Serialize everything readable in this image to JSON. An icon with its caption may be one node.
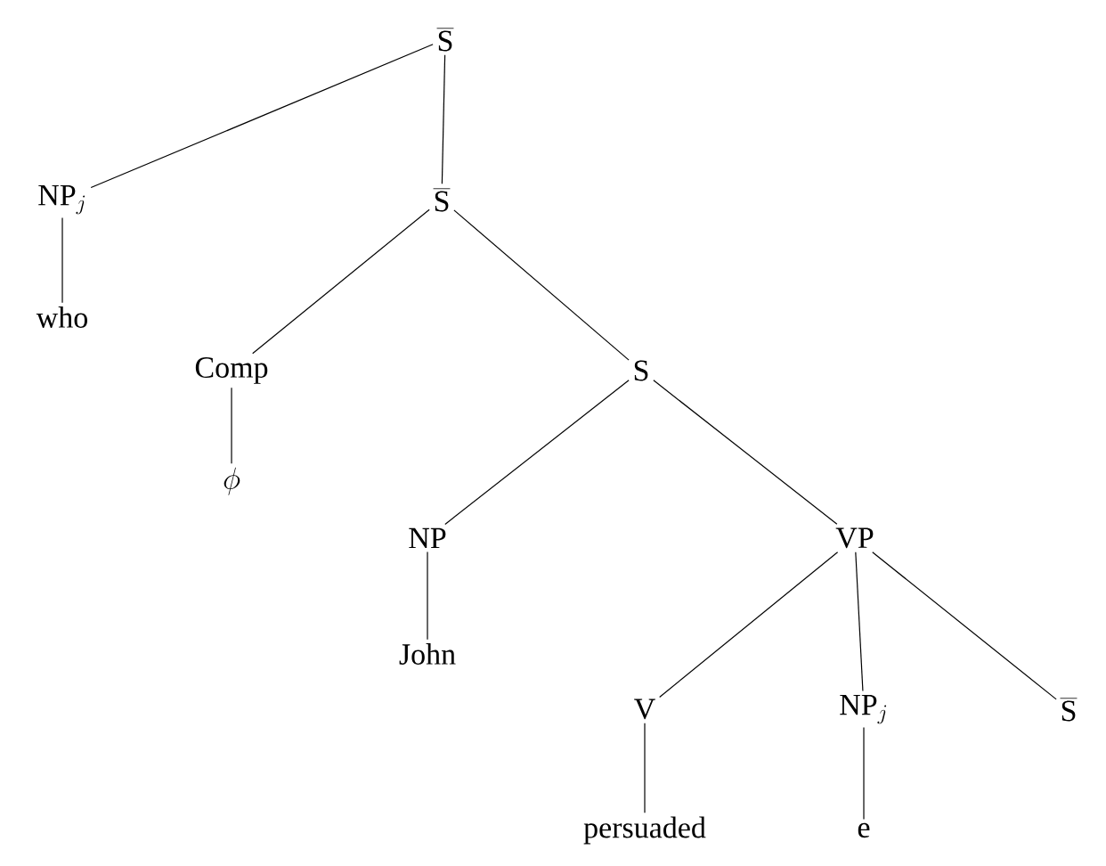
{
  "diagram": {
    "nodes": [
      {
        "text": [
          "\\overline{\\mathrm{S}}"
        ]
      },
      {
        "text": [
          "\\mathrm{NP}_j"
        ]
      },
      {
        "text": [
          "who"
        ]
      },
      {
        "text": [
          "\\overline{\\mathrm{S}}"
        ]
      },
      {
        "text": [
          "Comp"
        ]
      },
      {
        "text": [
          "\\phi"
        ]
      },
      {
        "text": [
          "S"
        ]
      },
      {
        "text": [
          "NP"
        ]
      },
      {
        "text": [
          "John"
        ]
      },
      {
        "text": [
          "VP"
        ]
      },
      {
        "text": [
          "V"
        ]
      },
      {
        "text": [
          "persuaded"
        ]
      },
      {
        "text": [
          "\\mathrm{NP}_j"
        ]
      },
      {
        "text": [
          "e"
        ]
      },
      {
        "text": [
          "\\overline{\\mathrm{S}}"
        ]
      }
    ],
    "edges": [
      {
        "from": 0,
        "to": 1,
        "arrow": "none"
      },
      {
        "from": 0,
        "to": 3,
        "arrow": "none"
      },
      {
        "from": 1,
        "to": 2,
        "arrow": "none"
      },
      {
        "from": 3,
        "to": 4,
        "arrow": "none"
      },
      {
        "from": 3,
        "to": 6,
        "arrow": "none"
      },
      {
        "from": 4,
        "to": 5,
        "arrow": "none"
      },
      {
        "from": 6,
        "to": 7,
        "arrow": "none"
      },
      {
        "from": 6,
        "to": 9,
        "arrow": "none"
      },
      {
        "from": 7,
        "to": 8,
        "arrow": "none"
      },
      {
        "from": 9,
        "to": 10,
        "arrow": "none"
      },
      {
        "from": 9,
        "to": 12,
        "arrow": "none"
      },
      {
        "from": 9,
        "to": 14,
        "arrow": "none"
      },
      {
        "from": 10,
        "to": 11,
        "arrow": "none"
      },
      {
        "from": 12,
        "to": 13,
        "arrow": "none"
      }
    ]
  }
}
